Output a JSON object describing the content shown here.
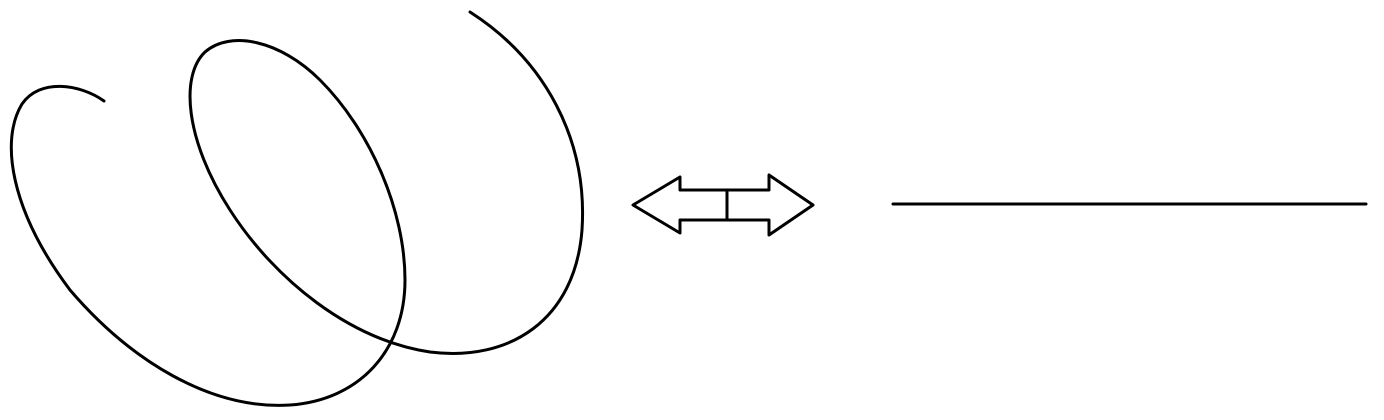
{
  "diagram": {
    "elements": [
      {
        "id": "helix",
        "kind": "coil-spiral"
      },
      {
        "id": "double-arrow",
        "kind": "bidirectional-arrow"
      },
      {
        "id": "line",
        "kind": "straight-line"
      }
    ],
    "colors": {
      "background": "#ffffff",
      "stroke": "#000000"
    }
  }
}
